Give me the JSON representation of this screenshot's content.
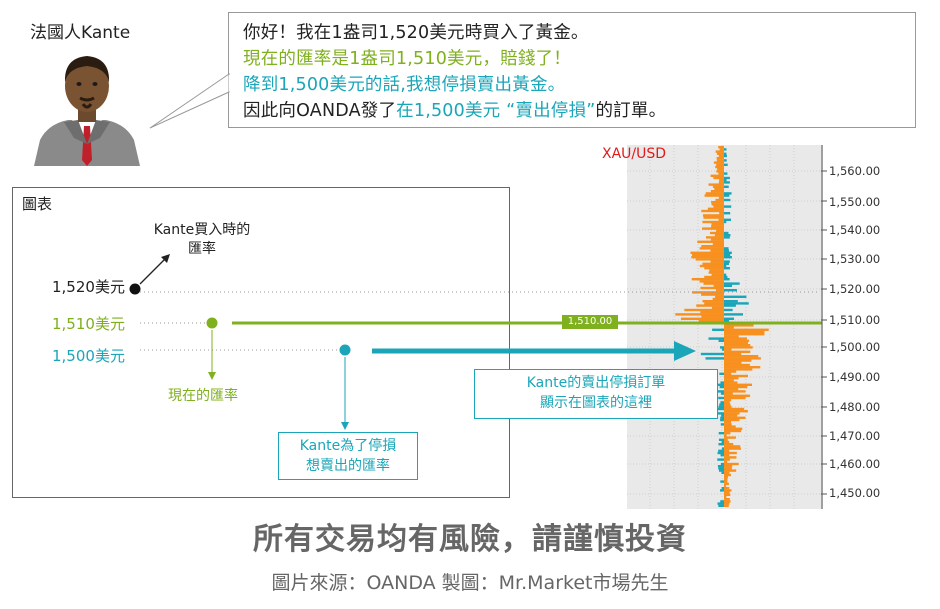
{
  "person": {
    "name": "法國人Kante"
  },
  "speech": {
    "line1": "你好！我在1盎司1,520美元時買入了黃金。",
    "line2": "現在的匯率是1盎司1,510美元，賠錢了！",
    "line3": "降到1,500美元的話,我想停損賣出黃金。",
    "line4_prefix": "因此向OANDA發了",
    "line4_teal": "在1,500美元 “賣出停損”",
    "line4_suffix": "的訂單。"
  },
  "chart_box": {
    "title": "圖表",
    "buy_note_line1": "Kante買入時的",
    "buy_note_line2": "匯率",
    "rate_1520": "1,520美元",
    "rate_1510": "1,510美元",
    "rate_1500": "1,500美元",
    "current_rate_note": "現在的匯率",
    "stop_note_line1": "Kante為了停損",
    "stop_note_line2": "想賣出的匯率"
  },
  "orderbook": {
    "symbol": "XAU/USD",
    "price_tag": "1,510.00",
    "axis_ticks": [
      "1,560.00",
      "1,550.00",
      "1,540.00",
      "1,530.00",
      "1,520.00",
      "1,510.00",
      "1,500.00",
      "1,490.00",
      "1,480.00",
      "1,470.00",
      "1,460.00",
      "1,450.00"
    ],
    "order_note_line1": "Kante的賣出停損訂單",
    "order_note_line2": "顯示在圖表的這裡"
  },
  "colors": {
    "green": "#7fb01e",
    "teal": "#1aa6b8",
    "orange": "#f7901e",
    "red": "#e01b1b"
  },
  "footer": {
    "warning": "所有交易均有風險，請謹慎投資",
    "source": "圖片來源：OANDA 製圖：Mr.Market市場先生"
  }
}
